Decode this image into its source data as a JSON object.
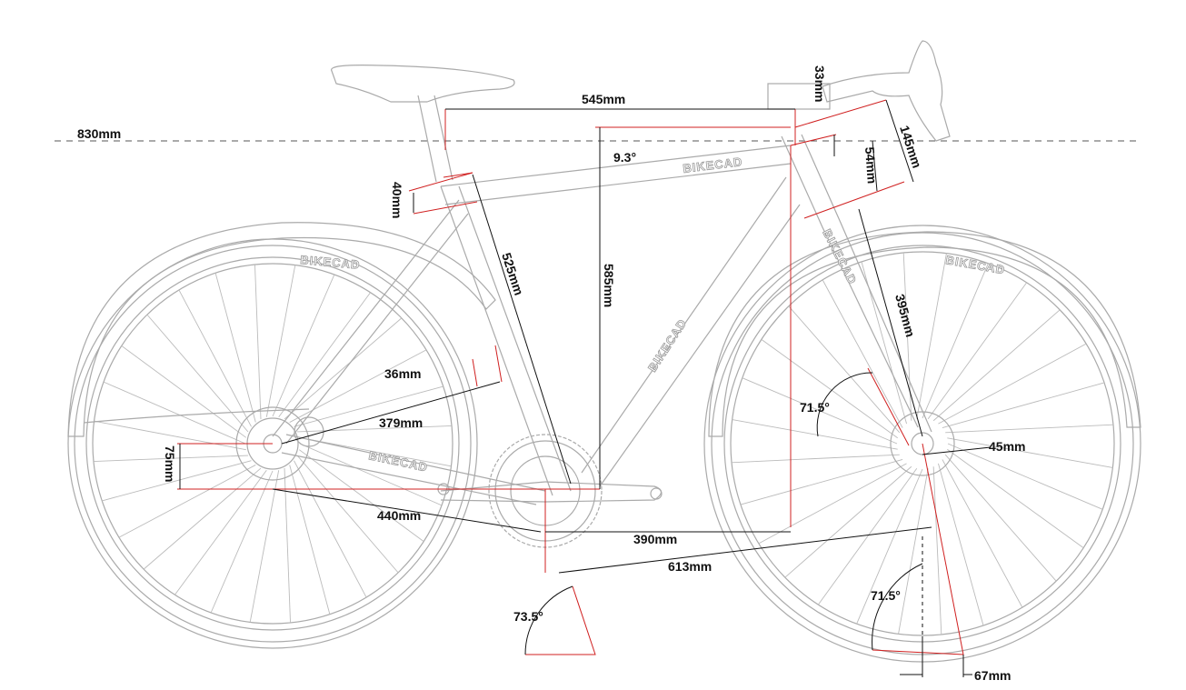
{
  "brand": "BIKECAD",
  "colors": {
    "dimension_line": "#d02020",
    "leader_line": "#111111",
    "frame_line": "#aaaaaa"
  },
  "dimensions": {
    "saddle_height_line": "830mm",
    "reach": "545mm",
    "stem_length": "33mm",
    "handlebar_drop": "145mm",
    "stack_above_headtube": "54mm",
    "top_tube_angle": "9.3°",
    "seat_clamp": "40mm",
    "seat_tube_length": "525mm",
    "stack": "585mm",
    "fork_length": "395mm",
    "seat_offset": "36mm",
    "chainstay_projection": "379mm",
    "bb_drop": "75mm",
    "chainstay_length": "440mm",
    "head_angle": "71.5°",
    "fork_offset": "45mm",
    "front_center_horizontal": "390mm",
    "front_center": "613mm",
    "head_angle_lower": "71.5°",
    "seat_angle": "73.5°",
    "trail": "67mm"
  }
}
